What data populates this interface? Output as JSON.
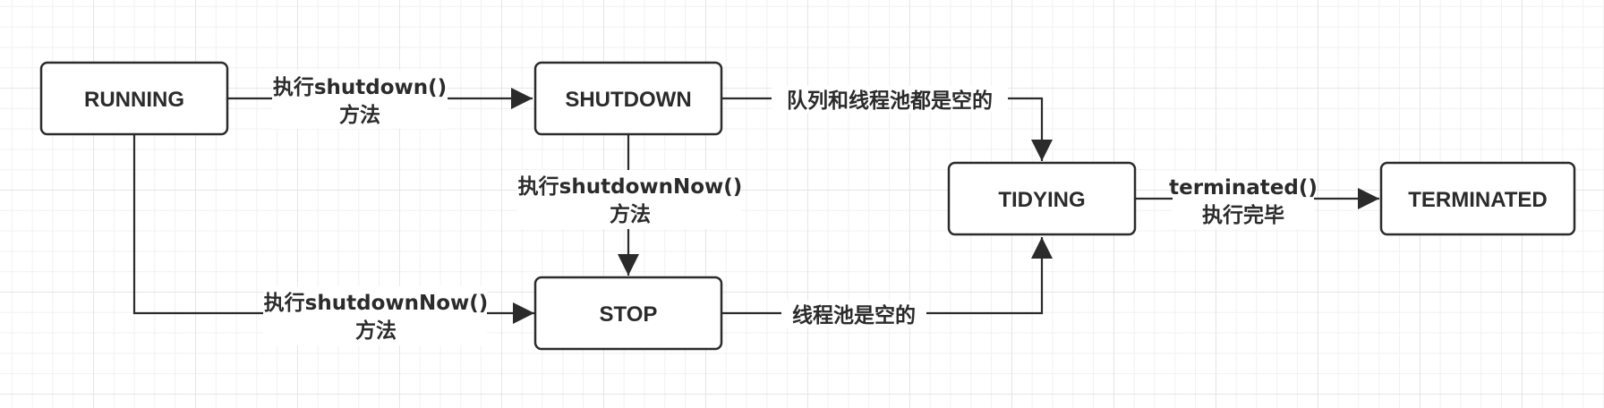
{
  "nodes": {
    "running": "RUNNING",
    "shutdown": "SHUTDOWN",
    "stop": "STOP",
    "tidying": "TIDYING",
    "terminated": "TERMINATED"
  },
  "edges": {
    "running_to_shutdown": {
      "line1": "执行shutdown()",
      "line2": "方法"
    },
    "shutdown_to_stop": {
      "line1": "执行shutdownNow()",
      "line2": "方法"
    },
    "running_to_stop": {
      "line1": "执行shutdownNow()",
      "line2": "方法"
    },
    "shutdown_to_tidying": {
      "line1": "队列和线程池都是空的"
    },
    "stop_to_tidying": {
      "line1": "线程池是空的"
    },
    "tidying_to_terminated": {
      "line1": "terminated()",
      "line2": "执行完毕"
    }
  }
}
